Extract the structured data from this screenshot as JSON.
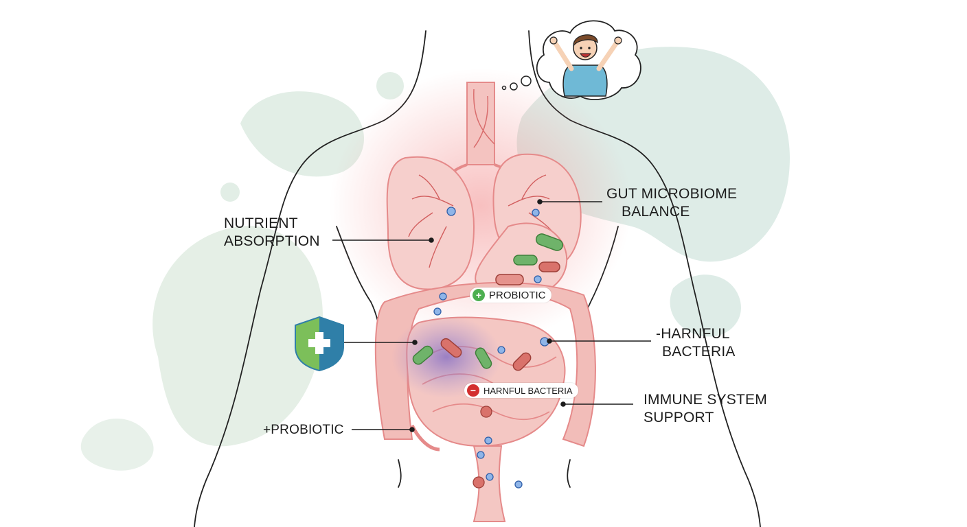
{
  "labels": {
    "nutrient_absorption": {
      "line1": "NUTRIENT",
      "line2": "ABSORPTION"
    },
    "gut_microbiome_balance": {
      "line1": "GUT MICROBIOME",
      "line2": "BALANCE"
    },
    "harmful_bacteria": {
      "line1": "-HARNFUL",
      "line2": "BACTERIA"
    },
    "immune_system_support": {
      "line1": "IMMUNE SYSTEM",
      "line2": "SUPPORT"
    },
    "probiotic_plus": "+PROBIOTIC"
  },
  "tags": {
    "probiotic": "PROBIOTIC",
    "harmful_bacteria": "HARNFUL BACTERIA"
  },
  "icons": {
    "shield": "shield-plus-icon",
    "probiotic_tag": "plus-circle-icon",
    "harmful_tag": "minus-circle-icon",
    "thought": "happy-child-icon"
  },
  "colors": {
    "organ_red": "#e98a8a",
    "organ_fill": "#f6cfcc",
    "good_bacteria": "#6fb36a",
    "bad_bacteria": "#d9726b",
    "immune_purple": "#8f7cc8",
    "blob_green": "#dfece3",
    "probiotic_green": "#4caf50",
    "harmful_red": "#d32f2f",
    "shield_green": "#7cbf5a",
    "shield_blue": "#2f7fa8"
  }
}
